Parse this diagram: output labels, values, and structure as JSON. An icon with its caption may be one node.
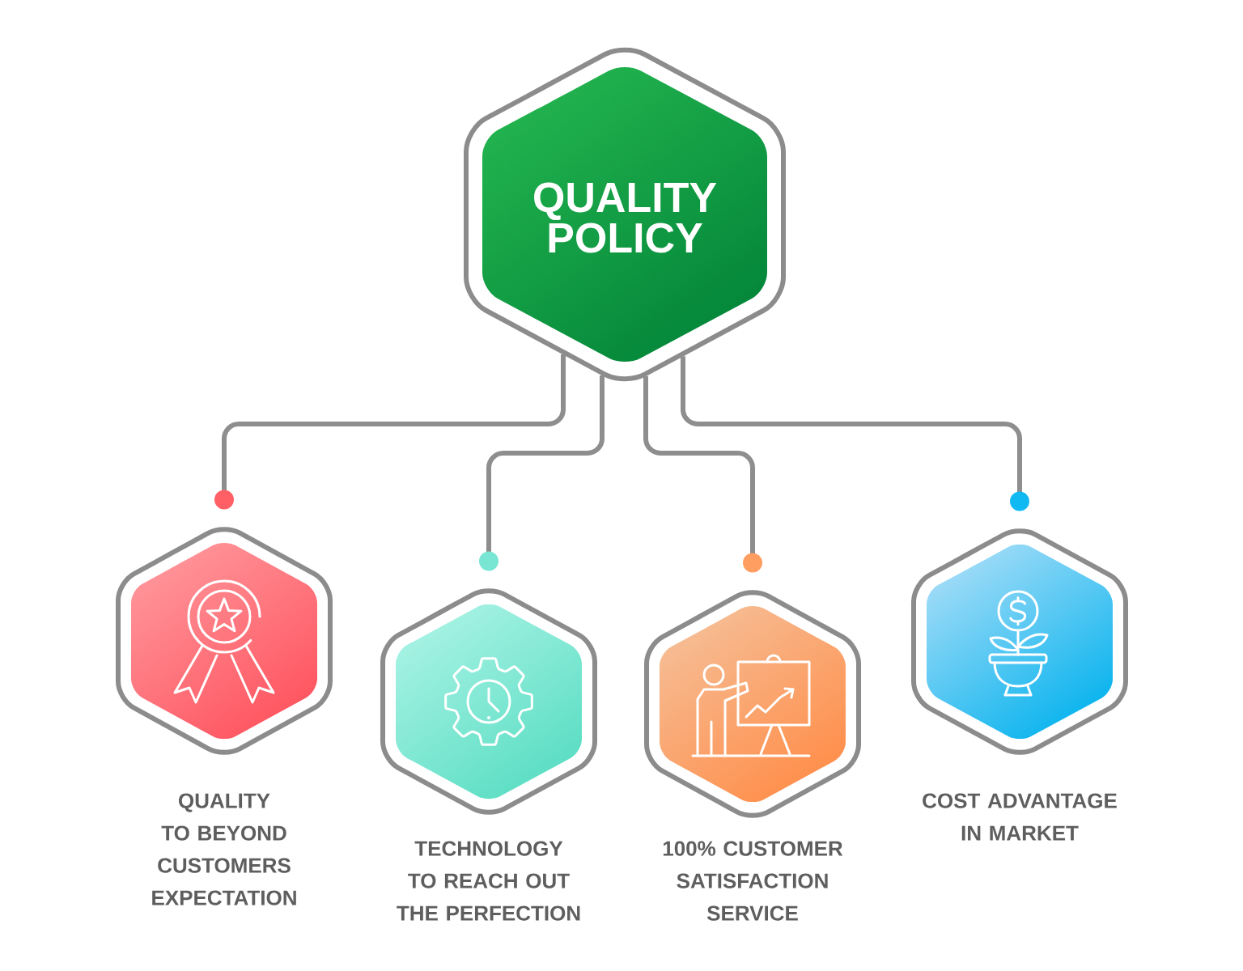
{
  "diagram": {
    "nodes": [
      {
        "text": [
          "QUALITY POLICY"
        ]
      },
      {
        "text": [
          "QUALITY TO BEYOND CUSTOMERS EXPECTATION"
        ]
      },
      {
        "text": [
          "TECHNOLOGY TO REACH OUT THE PERFECTION"
        ]
      },
      {
        "text": [
          "100% CUSTOMER SATISFACTION SERVICE"
        ]
      },
      {
        "text": [
          "COST ADVANTAGE IN MARKET"
        ]
      }
    ],
    "edges": [
      {
        "from": 0,
        "to": 1,
        "arrow": "other"
      },
      {
        "from": 0,
        "to": 2,
        "arrow": "other"
      },
      {
        "from": 0,
        "to": 3,
        "arrow": "other"
      },
      {
        "from": 0,
        "to": 4,
        "arrow": "other"
      }
    ]
  }
}
